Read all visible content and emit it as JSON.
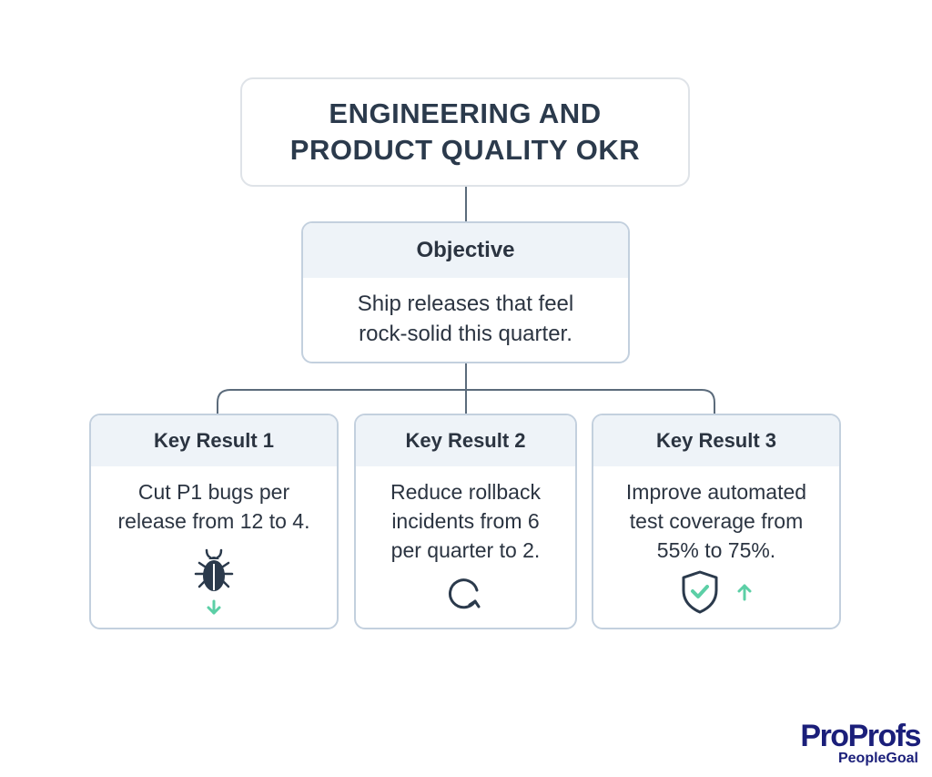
{
  "title": {
    "line1": "ENGINEERING AND",
    "line2": "PRODUCT QUALITY OKR"
  },
  "objective": {
    "heading": "Objective",
    "text_line1": "Ship releases that feel",
    "text_line2": "rock-solid this quarter."
  },
  "key_results": [
    {
      "heading": "Key Result 1",
      "lines": [
        "Cut P1 bugs per",
        "release from 12 to 4."
      ],
      "icon": "bug-icon",
      "trend": "arrow-down-icon"
    },
    {
      "heading": "Key Result 2",
      "lines": [
        "Reduce rollback",
        "incidents from 6",
        "per quarter to 2."
      ],
      "icon": "rollback-circular-arrow-icon"
    },
    {
      "heading": "Key Result 3",
      "lines": [
        "Improve automated",
        "test coverage from",
        "55% to 75%."
      ],
      "icon": "shield-check-icon",
      "trend": "arrow-up-icon"
    }
  ],
  "logo": {
    "brand_part1": "Pro",
    "brand_part2": "Profs",
    "sub": "PeopleGoal"
  },
  "colors": {
    "text": "#2b3441",
    "card_border": "#c3d0de",
    "card_header_bg": "#eef3f8",
    "connector": "#5b6b7b",
    "accent_green": "#5ccfa6",
    "logo_navy": "#1b1f7a",
    "logo_blue": "#2f6be0"
  }
}
